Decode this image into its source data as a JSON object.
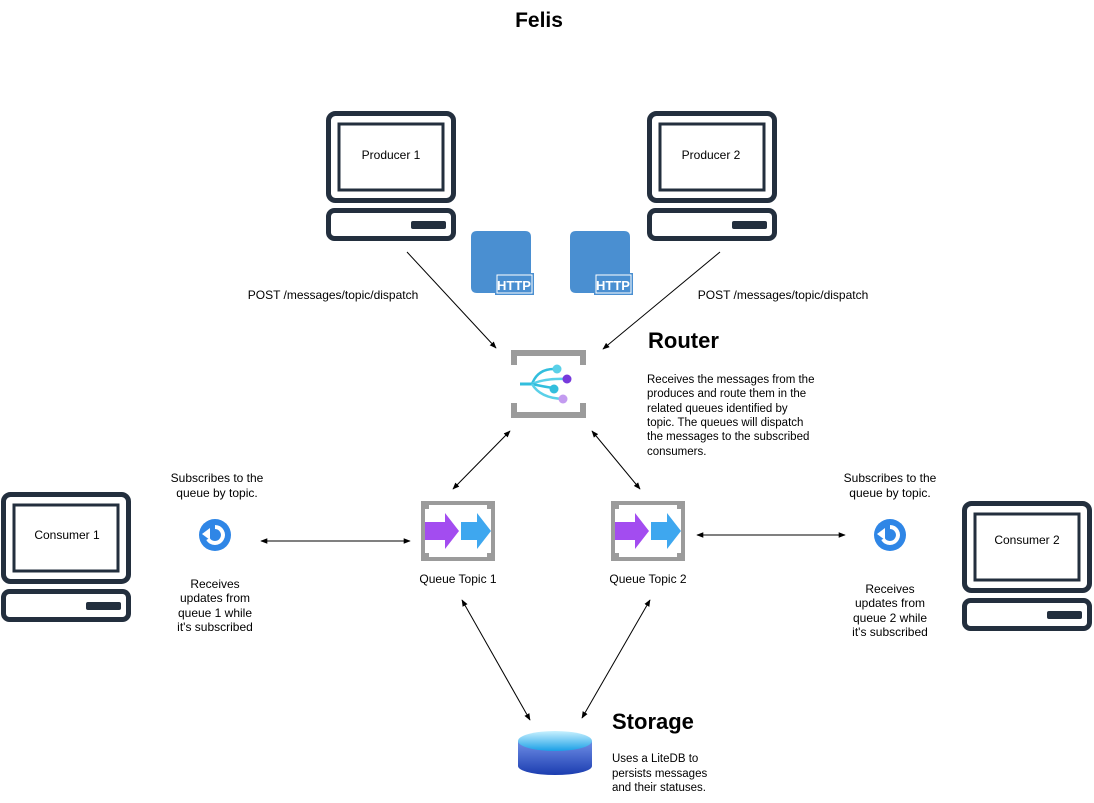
{
  "title": "Felis",
  "producers": [
    {
      "label": "Producer 1",
      "request": "POST /messages/topic/dispatch"
    },
    {
      "label": "Producer 2",
      "request": "POST /messages/topic/dispatch"
    }
  ],
  "http_badge": "HTTP",
  "router": {
    "title": "Router",
    "description": [
      "Receives the messages from the",
      "produces and route them in the",
      "related queues identified by",
      "topic. The queues will dispatch",
      "the messages to the subscribed",
      "consumers."
    ]
  },
  "queues": [
    {
      "label": "Queue Topic 1"
    },
    {
      "label": "Queue Topic 2"
    }
  ],
  "consumers": [
    {
      "label": "Consumer 1",
      "subscribe_note": [
        "Subscribes to the",
        "queue by topic."
      ],
      "updates_note": [
        "Receives",
        "updates from",
        "queue 1 while",
        "it's subscribed"
      ]
    },
    {
      "label": "Consumer 2",
      "subscribe_note": [
        "Subscribes to the",
        "queue by topic."
      ],
      "updates_note": [
        "Receives",
        "updates from",
        "queue 2 while",
        "it's subscribed"
      ]
    }
  ],
  "storage": {
    "title": "Storage",
    "description": [
      "Uses a LiteDB to",
      "persists messages",
      "and their statuses."
    ]
  },
  "colors": {
    "monitor": "#232f3e",
    "http_blue": "#4a8fd1",
    "queue_purple": "#a34cf0",
    "queue_blue": "#3ea7ef",
    "router_teal": "#32bedd",
    "router_purple": "#773adc",
    "db_blue": "#1b3db0"
  }
}
